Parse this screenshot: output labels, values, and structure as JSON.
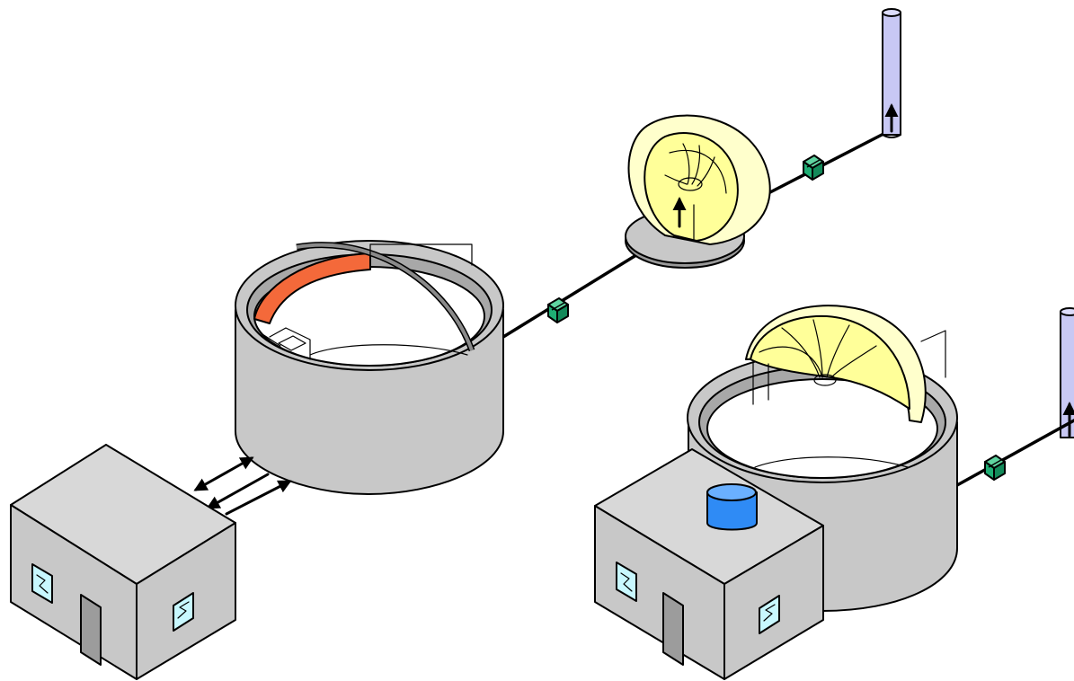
{
  "diagram": {
    "title": "",
    "colors": {
      "background": "#ffffff",
      "outline": "#000000",
      "tank_grey": "#c8c8c8",
      "tank_grey_dark": "#9a9a9a",
      "orange_membrane": "#f4693a",
      "yellow_gas_dome": "#ffff99",
      "yellow_dome_light": "#ffffcc",
      "green_valve": "#1fae74",
      "blue_tank": "#2f8bf5",
      "lavender_stack": "#c8c8f4",
      "window_cyan": "#c8f8ff",
      "door_grey": "#9c9c9c"
    },
    "left_system": {
      "components": [
        {
          "name": "control-building",
          "icon": "building-icon"
        },
        {
          "name": "digester-tank",
          "icon": "tank-with-orange-cover-icon"
        },
        {
          "name": "gas-valve",
          "icon": "valve-icon"
        },
        {
          "name": "gas-holder",
          "icon": "yellow-dome-icon"
        },
        {
          "name": "gas-valve",
          "icon": "valve-icon"
        },
        {
          "name": "flare-stack",
          "icon": "stack-icon"
        }
      ],
      "flows": [
        "building-to-tank",
        "tank-to-building",
        "building-to-tank"
      ]
    },
    "right_system": {
      "components": [
        {
          "name": "integrated-digester-building",
          "icon": "building-icon"
        },
        {
          "name": "digester-tank-with-dome",
          "icon": "tank-with-yellow-dome-icon"
        },
        {
          "name": "blue-storage-tank",
          "icon": "blue-cylinder-icon"
        },
        {
          "name": "gas-valve",
          "icon": "valve-icon"
        },
        {
          "name": "flare-stack",
          "icon": "stack-icon"
        }
      ]
    }
  }
}
